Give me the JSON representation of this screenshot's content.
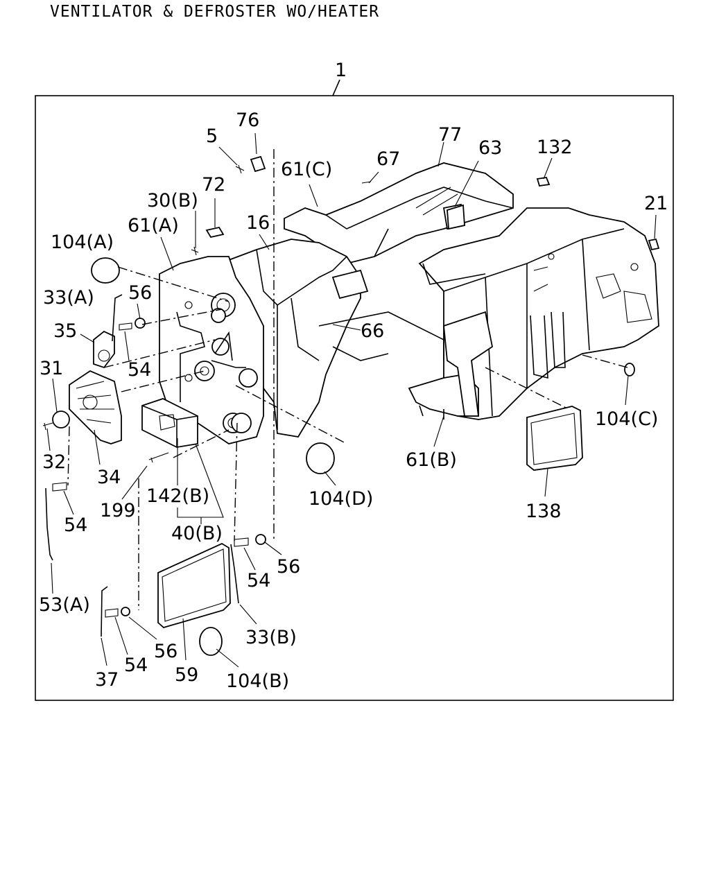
{
  "title": "VENTILATOR & DEFROSTER WO/HEATER",
  "assembly_label": "1",
  "callouts": [
    "76",
    "5",
    "77",
    "63",
    "132",
    "67",
    "61(C)",
    "72",
    "30(B)",
    "21",
    "61(A)",
    "16",
    "104(A)",
    "56",
    "33(A)",
    "66",
    "35",
    "54",
    "31",
    "104(C)",
    "61(B)",
    "32",
    "34",
    "104(D)",
    "142(B)",
    "199",
    "138",
    "54",
    "40(B)",
    "54",
    "56",
    "53(A)",
    "33(B)",
    "56",
    "54",
    "37",
    "59",
    "104(B)"
  ]
}
